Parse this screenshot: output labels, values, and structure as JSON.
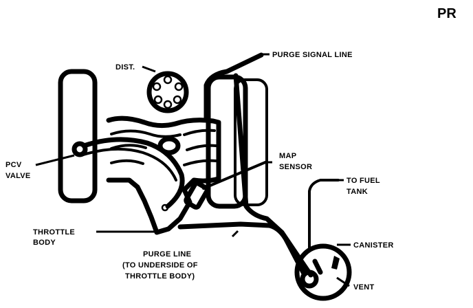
{
  "diagram": {
    "corner_text": "PR",
    "labels": {
      "dist": "DIST.",
      "purge_signal_line": "PURGE SIGNAL LINE",
      "map_line1": "MAP",
      "map_line2": "SENSOR",
      "pcv_line1": "PCV",
      "pcv_line2": "VALVE",
      "to_fuel_line1": "TO FUEL",
      "to_fuel_line2": "TANK",
      "throttle_line1": "THROTTLE",
      "throttle_line2": "BODY",
      "purge_line1": "PURGE LINE",
      "purge_line2": "(TO UNDERSIDE OF",
      "purge_line3": "THROTTLE BODY)",
      "canister": "CANISTER",
      "vent": "VENT"
    }
  }
}
